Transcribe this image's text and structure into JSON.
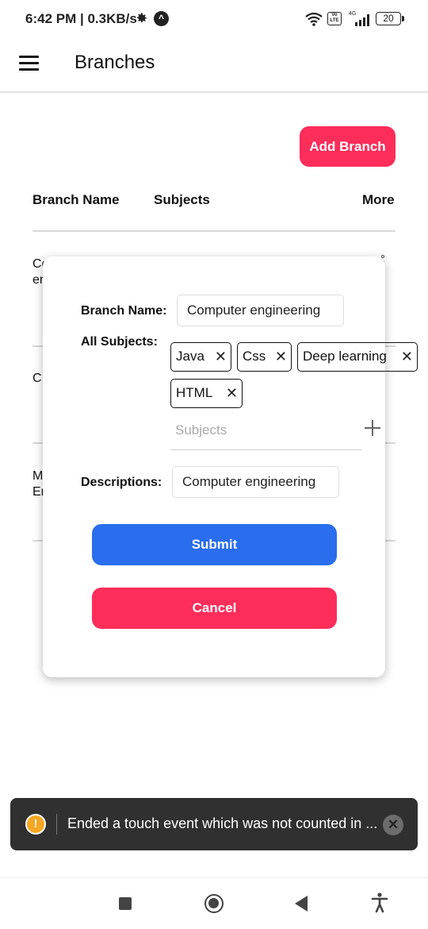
{
  "status_bar": {
    "time": "6:42 PM | 0.3KB/s",
    "icons": [
      "gear-icon",
      "app-notification-icon",
      "wifi-icon",
      "volte-icon",
      "signal-icon",
      "battery-icon"
    ],
    "network_label": "4G",
    "volte_label": "Vo LTE",
    "battery": "20"
  },
  "app_bar": {
    "menu_icon": "hamburger-menu-icon",
    "title": "Branches"
  },
  "page": {
    "add_branch_label": "Add Branch",
    "columns": [
      "Branch Name",
      "Subjects",
      "More"
    ],
    "rows": [
      {
        "name_line1": "Co",
        "name_line2": "en"
      },
      {
        "name_line1": "C",
        "name_line2": ""
      },
      {
        "name_line1": "M",
        "name_line2": "En"
      }
    ]
  },
  "modal": {
    "branch_name_label": "Branch Name:",
    "branch_name_value": "Computer engineering",
    "all_subjects_label": "All Subjects:",
    "subject_chips": [
      "Java",
      "Css",
      "Deep learning",
      "HTML"
    ],
    "chip_remove_glyph": "✕",
    "subjects_placeholder": "Subjects",
    "descriptions_label": "Descriptions:",
    "descriptions_value": "Computer engineering",
    "submit_label": "Submit",
    "cancel_label": "Cancel"
  },
  "toast": {
    "warn_glyph": "!",
    "message": "Ended a touch event which was not counted in ...",
    "close_glyph": "✕"
  },
  "colors": {
    "accent_pink": "#ff2d5a",
    "accent_blue": "#2a6ded",
    "toast_bg": "#303030",
    "warning": "#f5a623"
  }
}
